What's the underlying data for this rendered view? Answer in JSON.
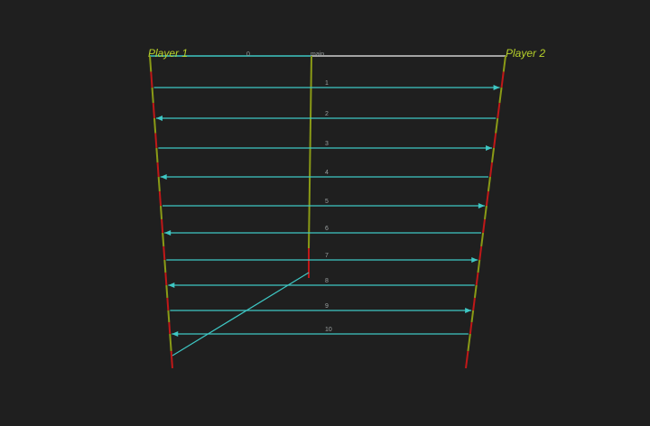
{
  "colors": {
    "background": "#1f1f1f",
    "arrow": "#3ec7c4",
    "segment_green": "#8a9a16",
    "segment_red": "#c01818",
    "label_green": "#b7d12a",
    "top_right_line": "#cfcfcf",
    "small_text": "#9aa0a0"
  },
  "labels": {
    "player1": "Player 1",
    "player2": "Player 2",
    "top_left": "0",
    "top_center": "main"
  },
  "arrows": [
    {
      "label": "1",
      "direction": "right"
    },
    {
      "label": "2",
      "direction": "left"
    },
    {
      "label": "3",
      "direction": "right"
    },
    {
      "label": "4",
      "direction": "left"
    },
    {
      "label": "5",
      "direction": "right"
    },
    {
      "label": "6",
      "direction": "left"
    },
    {
      "label": "7",
      "direction": "right"
    },
    {
      "label": "8",
      "direction": "left"
    },
    {
      "label": "9",
      "direction": "right"
    },
    {
      "label": "10",
      "direction": "left"
    }
  ]
}
